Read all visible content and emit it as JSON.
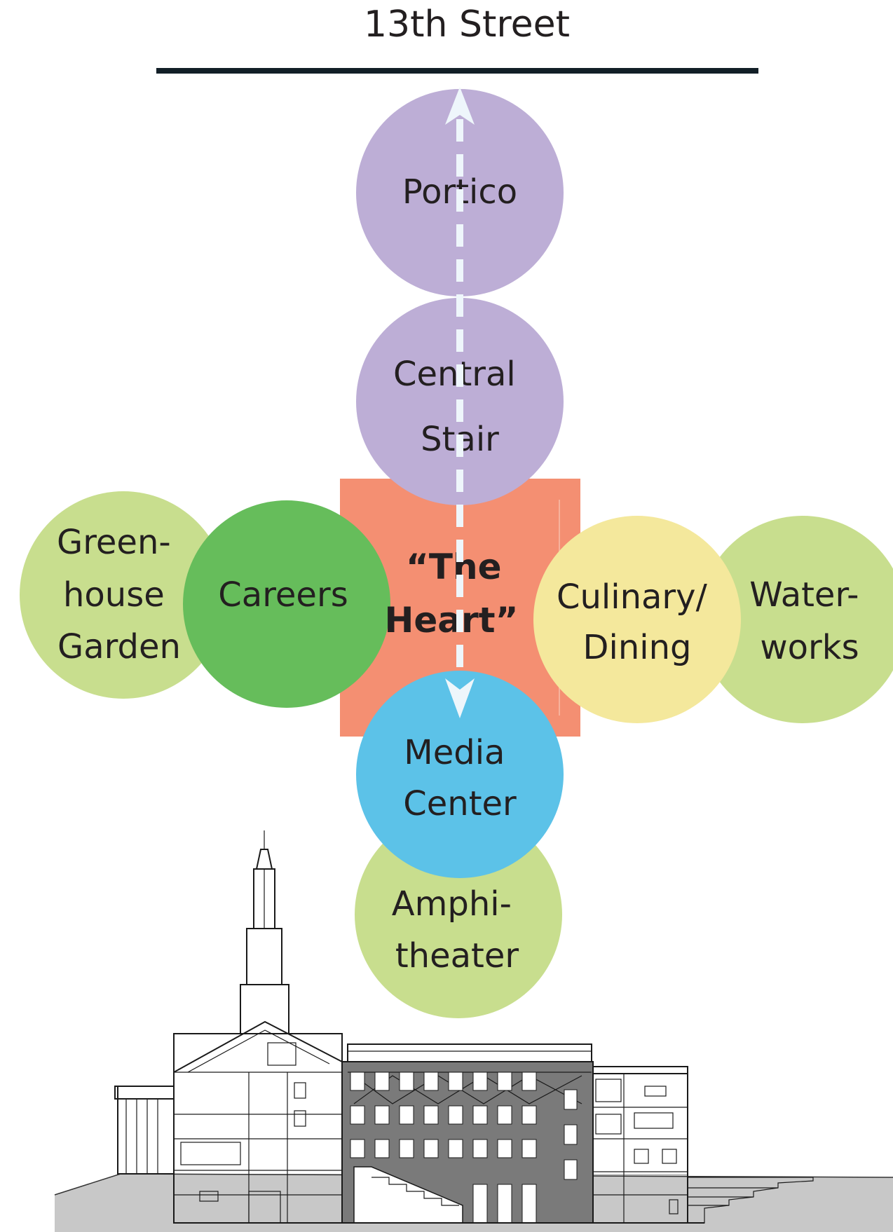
{
  "street": {
    "label": "13th Street"
  },
  "heart": {
    "line1": "“The",
    "line2": "Heart”"
  },
  "spaces": {
    "portico": {
      "line1": "Portico"
    },
    "central_stair": {
      "line1": "Central",
      "line2": "Stair"
    },
    "greenhouse_garden": {
      "line1": "Green-",
      "line2": "house",
      "line3": "Garden"
    },
    "careers": {
      "line1": "Careers"
    },
    "culinary_dining": {
      "line1": "Culinary/",
      "line2": "Dining"
    },
    "waterworks": {
      "line1": "Water-",
      "line2": "works"
    },
    "media_center": {
      "line1": "Media",
      "line2": "Center"
    },
    "amphitheater": {
      "line1": "Amphi-",
      "line2": "theater"
    }
  },
  "colors": {
    "purple": "#bdaed6",
    "light_green": "#c8de8e",
    "green": "#66bd5b",
    "salmon": "#f48f72",
    "yellow": "#f4e89c",
    "blue": "#5cc2e8",
    "arrow": "#eef6fb",
    "ground": "#c8c8c8",
    "dark": "#121f27"
  }
}
